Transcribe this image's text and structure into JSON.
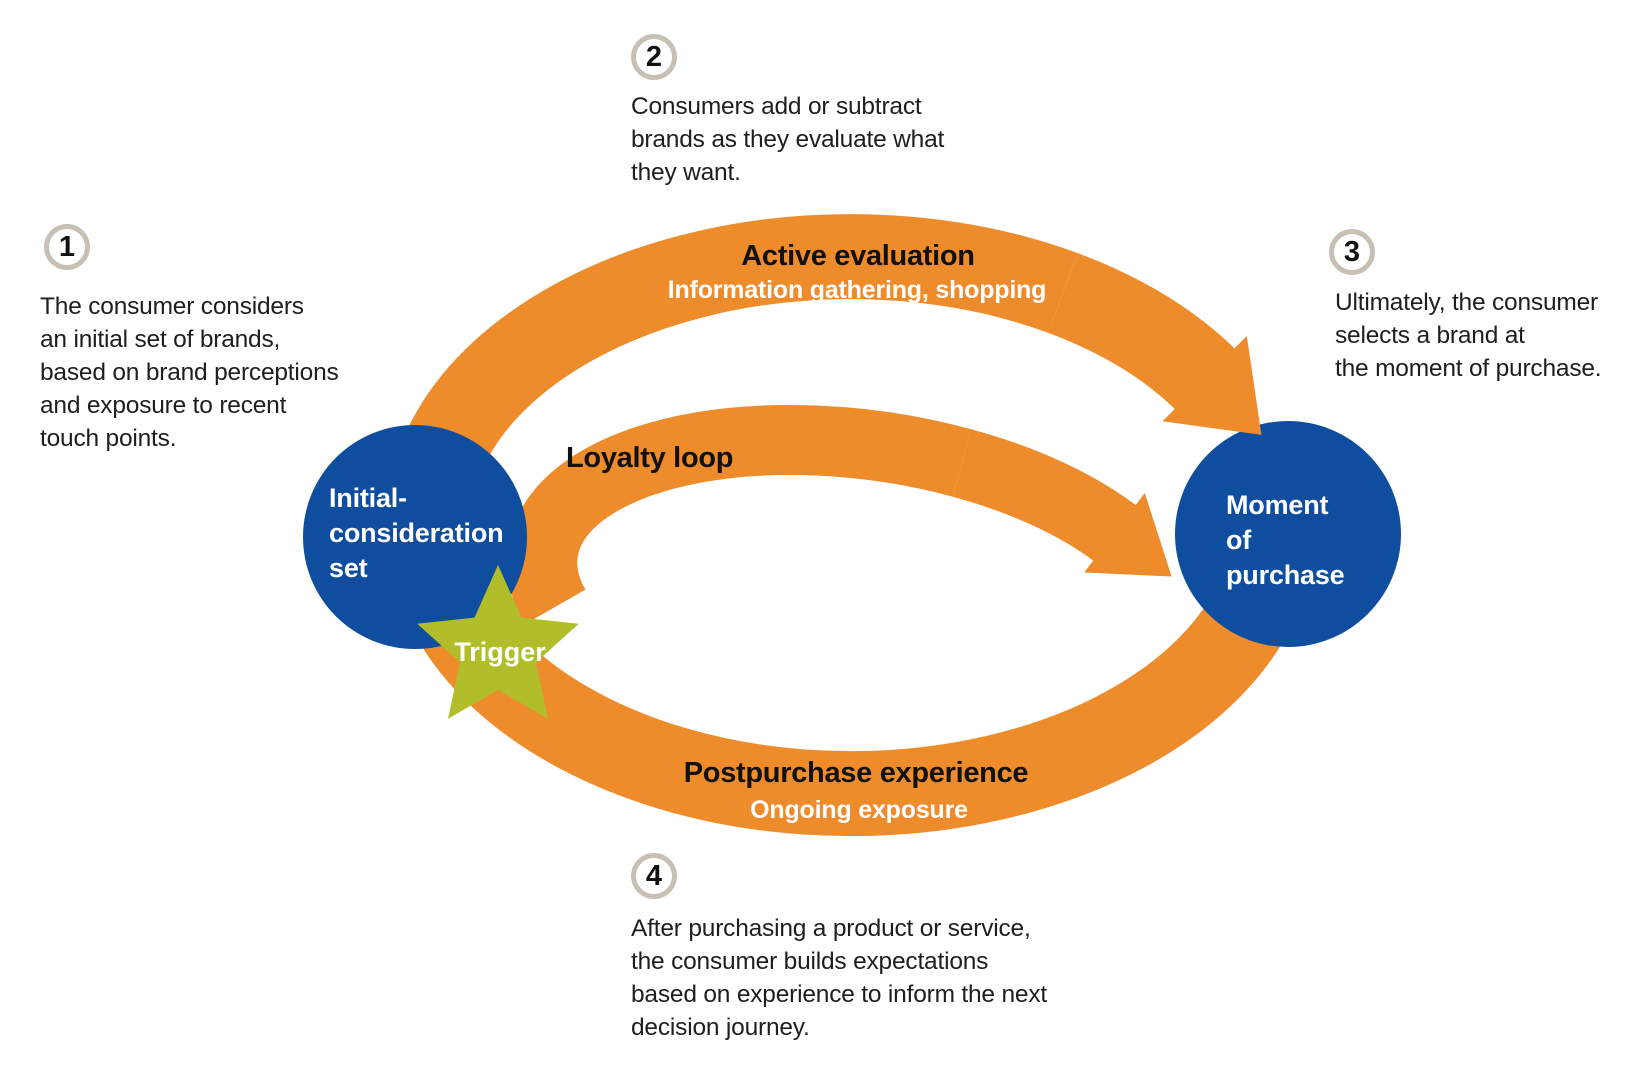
{
  "colors": {
    "orange": "#ee8b2b",
    "blue": "#0f4e9e",
    "green": "#b1be2a",
    "badge_ring": "#c8c0b4",
    "body_text": "#1e1e1e"
  },
  "steps": [
    {
      "number": "1",
      "lines": [
        "The consumer considers",
        "an initial set of brands,",
        "based on brand perceptions",
        "and exposure to recent",
        "touch points."
      ]
    },
    {
      "number": "2",
      "lines": [
        "Consumers add or subtract",
        "brands as they evaluate what",
        "they want."
      ]
    },
    {
      "number": "3",
      "lines": [
        "Ultimately, the consumer",
        "selects a brand at",
        "the moment of purchase."
      ]
    },
    {
      "number": "4",
      "lines": [
        "After purchasing a product or service,",
        "the consumer builds expectations",
        "based on experience to inform the next",
        "decision journey."
      ]
    }
  ],
  "journey": {
    "active_evaluation_title": "Active evaluation",
    "active_evaluation_subtitle": "Information gathering, shopping",
    "postpurchase_title": "Postpurchase experience",
    "postpurchase_subtitle": "Ongoing exposure",
    "loyalty_loop_label": "Loyalty loop",
    "trigger_label": "Trigger",
    "initial_consideration": {
      "line1": "Initial-",
      "line2": "consideration",
      "line3": "set"
    },
    "moment_of_purchase": {
      "line1": "Moment",
      "line2": "of",
      "line3": "purchase"
    }
  }
}
